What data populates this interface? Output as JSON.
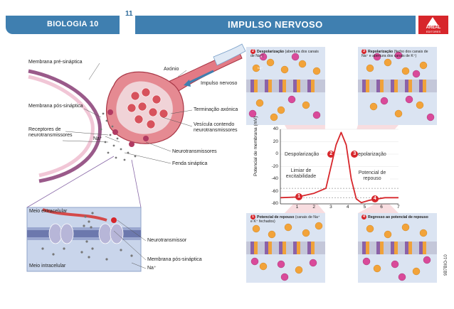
{
  "header": {
    "subject": "BIOLOGIA 10",
    "page_number": "11",
    "title": "IMPULSO NERVOSO",
    "publisher": "AREAL",
    "publisher_sub": "EDITORES"
  },
  "side_code": "9B7BIO-10",
  "synapse_labels": {
    "axonio": "Axónio",
    "impulso": "Impulso nervoso",
    "pre": "Membrana pré-sináptica",
    "pos": "Membrana pós-sináptica",
    "receptores": "Receptores de neurotransmissores",
    "terminacao": "Terminação axónica",
    "vesicula": "Vesícula contendo neurotransmissores",
    "na": "Na⁺",
    "neuro": "Neurotransmissores",
    "fenda": "Fenda sináptica"
  },
  "zoom_labels": {
    "extra": "Meio extracelular",
    "intra": "Meio intracelular",
    "neuro": "Neurotransmissor",
    "pos": "Membrana pós-sináptica",
    "na": "Na⁺"
  },
  "panels": [
    {
      "num": "2",
      "bold": "Despolarização",
      "rest": " (abertura dos canais de Na⁺)"
    },
    {
      "num": "3",
      "bold": "Repolarização",
      "rest": " (fecho dos canais de Na⁺ e abertura dos canais de K⁺)"
    },
    {
      "num": "1",
      "bold": "Potencial de repouso",
      "rest": " (canais de Na⁺ e K⁺ fechados)"
    },
    {
      "num": "4",
      "bold": "Regresso ao potencial de repouso",
      "rest": ""
    }
  ],
  "graph_labels": {
    "ylabel": "Potencial de membrana (mV)",
    "despol": "Despolarização",
    "repol": "Repolarização",
    "limiar": "Limiar de excitabilidade",
    "repouso": "Potencial de repouso"
  },
  "ion_labels": {
    "na": "Na⁺",
    "k": "K⁺"
  },
  "chart_data": {
    "type": "line",
    "ylabel": "Potencial de membrana (mV)",
    "xlabel": "",
    "x_ticks": [
      1,
      2,
      3,
      4,
      5,
      6,
      7
    ],
    "y_ticks": [
      40,
      20,
      0,
      -20,
      -40,
      -60,
      -80
    ],
    "xlim": [
      0,
      7
    ],
    "ylim": [
      -80,
      40
    ],
    "threshold": -55,
    "resting": -70,
    "series": [
      {
        "x": [
          0,
          1,
          2,
          2.7,
          3.3,
          3.6,
          3.9,
          4.2,
          4.5,
          4.8,
          5.3,
          6.2,
          7
        ],
        "y": [
          -70,
          -69,
          -63,
          -55,
          15,
          35,
          15,
          -40,
          -72,
          -78,
          -74,
          -70,
          -70
        ]
      }
    ],
    "markers": [
      {
        "label": "1",
        "x": 1.1,
        "y": -68
      },
      {
        "label": "2",
        "x": 3.0,
        "y": 0
      },
      {
        "label": "3",
        "x": 4.4,
        "y": 0
      },
      {
        "label": "4",
        "x": 5.6,
        "y": -72
      }
    ],
    "colors": {
      "line": "#d7262b",
      "axis": "#333333"
    }
  }
}
